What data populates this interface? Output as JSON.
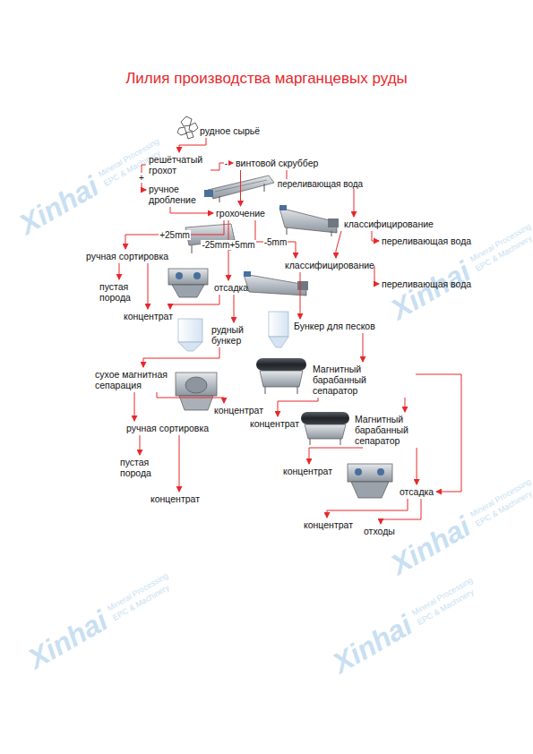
{
  "diagram": {
    "title": "Лилия производства марганцевых руды",
    "nodes": [
      {
        "text": [
          "рудное сырьё"
        ]
      },
      {
        "text": [
          "решётчатый грохот"
        ]
      },
      {
        "text": [
          "винтовой скруббер"
        ]
      },
      {
        "text": [
          "ручное дробление"
        ]
      },
      {
        "text": [
          "грохочение"
        ]
      },
      {
        "text": [
          "классифицирование"
        ]
      },
      {
        "text": [
          "переливающая вода"
        ]
      },
      {
        "text": [
          "ручная сортировка"
        ]
      },
      {
        "text": [
          "отсадка"
        ]
      },
      {
        "text": [
          "классифицирование"
        ]
      },
      {
        "text": [
          "переливающая вода"
        ]
      },
      {
        "text": [
          "пустая порода"
        ]
      },
      {
        "text": [
          "концентрат"
        ]
      },
      {
        "text": [
          "рудный бункер"
        ]
      },
      {
        "text": [
          "Бункер для песков"
        ]
      },
      {
        "text": [
          "сухое магнитная сепарация"
        ]
      },
      {
        "text": [
          "Магнитный барабанный сепаратор"
        ]
      },
      {
        "text": [
          "концентрат"
        ]
      },
      {
        "text": [
          "ручная сортировка"
        ]
      },
      {
        "text": [
          "концентрат"
        ]
      },
      {
        "text": [
          "Магнитный барабанный сепаратор"
        ]
      },
      {
        "text": [
          "пустая порода"
        ]
      },
      {
        "text": [
          "концентрат"
        ]
      },
      {
        "text": [
          "концентрат"
        ]
      },
      {
        "text": [
          "отсадка"
        ]
      },
      {
        "text": [
          "концентрат"
        ]
      },
      {
        "text": [
          "отходы"
        ]
      }
    ],
    "edges": [
      {
        "from": 0,
        "to": 1,
        "arrow": "to"
      },
      {
        "from": 1,
        "to": 3,
        "label": "+",
        "arrow": "to"
      },
      {
        "from": 1,
        "to": 2,
        "label": "-",
        "arrow": "to"
      },
      {
        "from": 3,
        "to": 4,
        "arrow": "to"
      },
      {
        "from": 2,
        "to": 5,
        "label": "переливающая вода",
        "arrow": "to"
      },
      {
        "from": 2,
        "to": 4,
        "arrow": "to"
      },
      {
        "from": 4,
        "to": 7,
        "label": "+25mm",
        "arrow": "to"
      },
      {
        "from": 4,
        "to": 8,
        "label": "-25mm+5mm",
        "arrow": "to"
      },
      {
        "from": 4,
        "to": 9,
        "label": "-5mm",
        "arrow": "to"
      },
      {
        "from": 5,
        "to": 6,
        "arrow": "to"
      },
      {
        "from": 5,
        "to": 9,
        "arrow": "to"
      },
      {
        "from": 9,
        "to": 10,
        "arrow": "to"
      },
      {
        "from": 9,
        "to": 14,
        "arrow": "to"
      },
      {
        "from": 7,
        "to": 11,
        "arrow": "to"
      },
      {
        "from": 7,
        "to": 12,
        "arrow": "to"
      },
      {
        "from": 8,
        "to": 12,
        "arrow": "to"
      },
      {
        "from": 8,
        "to": 13,
        "arrow": "to"
      },
      {
        "from": 13,
        "to": 15,
        "arrow": "to"
      },
      {
        "from": 14,
        "to": 16,
        "arrow": "to"
      },
      {
        "from": 15,
        "to": 17,
        "arrow": "to"
      },
      {
        "from": 15,
        "to": 18,
        "arrow": "to"
      },
      {
        "from": 16,
        "to": 19,
        "arrow": "to"
      },
      {
        "from": 16,
        "to": 20,
        "arrow": "to"
      },
      {
        "from": 18,
        "to": 21,
        "arrow": "to"
      },
      {
        "from": 18,
        "to": 22,
        "arrow": "to"
      },
      {
        "from": 20,
        "to": 23,
        "arrow": "to"
      },
      {
        "from": 20,
        "to": 24,
        "arrow": "to"
      },
      {
        "from": 16,
        "to": 24,
        "arrow": "to"
      },
      {
        "from": 24,
        "to": 25,
        "arrow": "to"
      },
      {
        "from": 24,
        "to": 26,
        "arrow": "to"
      }
    ],
    "labels": [
      "Xinhai",
      "Mineral Processing",
      "EPC & Machinery",
      "Xinhai",
      "Mineral Processing",
      "EPC & Machinery",
      "Xinhai",
      "Mineral Processing",
      "EPC & Machinery",
      "Xinhai",
      "Mineral Processing",
      "EPC & Machinery",
      "Xinhai",
      "Mineral Processing",
      "EPC & Machinery"
    ]
  }
}
